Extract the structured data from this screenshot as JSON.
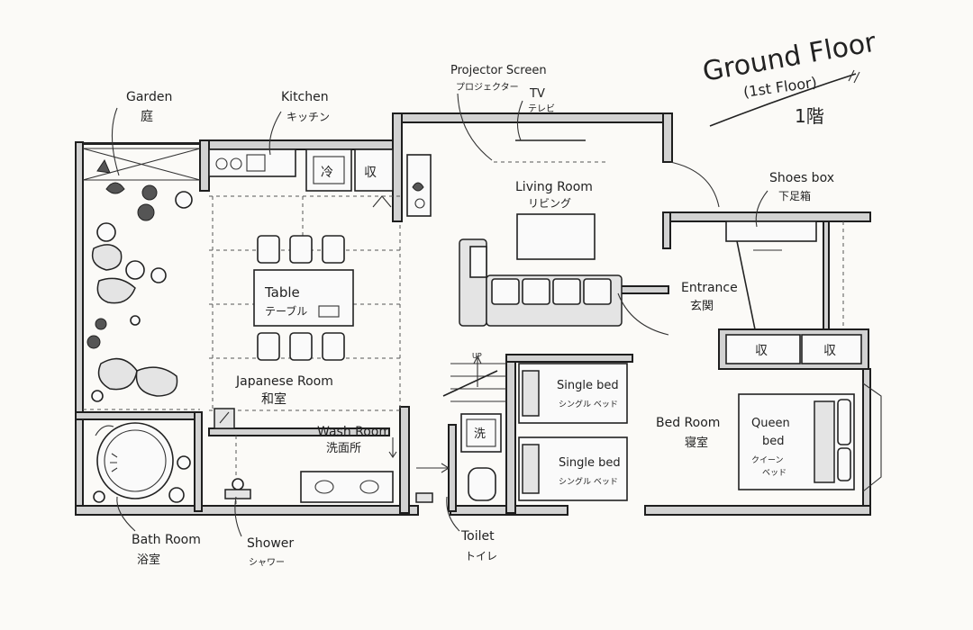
{
  "title": {
    "main": "Ground Floor",
    "sub": "(1st Floor)",
    "jp": "1階"
  },
  "rooms": {
    "garden": {
      "en": "Garden",
      "jp": "庭"
    },
    "kitchen": {
      "en": "Kitchen",
      "jp": "キッチン"
    },
    "projector": {
      "en": "Projector Screen",
      "jp": "プロジェクター"
    },
    "tv": {
      "en": "TV",
      "jp": "テレビ"
    },
    "living": {
      "en": "Living Room",
      "jp": "リビング"
    },
    "shoes": {
      "en": "Shoes box",
      "jp": "下足箱"
    },
    "table": {
      "en": "Table",
      "jp": "テーブル"
    },
    "entrance": {
      "en": "Entrance",
      "jp": "玄関"
    },
    "japanese": {
      "en": "Japanese Room",
      "jp": "和室"
    },
    "bed1": {
      "en": "Single bed",
      "jp": "シングル ベッド"
    },
    "bed2": {
      "en": "Single bed",
      "jp": "シングル ベッド"
    },
    "bedroom": {
      "en": "Bed Room",
      "jp": "寝室"
    },
    "queen": {
      "en": "Queen",
      "en2": "bed",
      "jp": "クイーン",
      "jp2": "ベッド"
    },
    "wash": {
      "en": "Wash Room",
      "jp": "洗面所"
    },
    "bath": {
      "en": "Bath Room",
      "jp": "浴室"
    },
    "shower": {
      "en": "Shower",
      "jp": "シャワー"
    },
    "toilet": {
      "en": "Toilet",
      "jp": "トイレ"
    }
  },
  "marks": {
    "fridge": "冷",
    "storage": "収",
    "washer": "洗",
    "up": "UP"
  }
}
